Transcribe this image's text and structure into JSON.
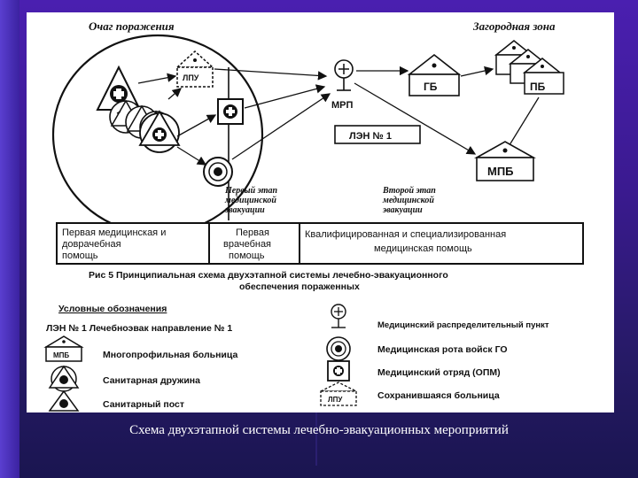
{
  "diagram": {
    "zone_left_title": "Очаг поражения",
    "zone_right_title": "Загородная зона",
    "nodes": {
      "lpu": "ЛПУ",
      "gb": "ГБ",
      "pb": "ПБ",
      "mrp": "МРП",
      "len": "ЛЭН № 1",
      "mpb": "МПБ"
    },
    "stage_first": [
      "Первый этап",
      "медицинской",
      "эвакуации"
    ],
    "stage_second": [
      "Второй этап",
      "медицинской",
      "эвакуации"
    ],
    "care_first": [
      "Первая медицинская и",
      "доврачебная",
      "помощь"
    ],
    "care_second": [
      "Первая",
      "врачебная",
      "помощь"
    ],
    "care_third": [
      "Квалифицированная и специализированная",
      "медицинская помощь"
    ],
    "figure_caption": [
      "Рис 5 Принципиальная схема двухэтапной системы лечебно-эвакуационного",
      "обеспечения пораженных"
    ]
  },
  "legend": {
    "title": "Условные обозначения",
    "len_item": "ЛЭН № 1 Лечебноэвак направление № 1",
    "mpb_label": "МПБ",
    "mpb_item": "Многопрофильная больница",
    "sanitary_squad": "Санитарная дружина",
    "sanitary_post": "Санитарный пост",
    "mrp_item": "Медицинский распределительный пункт",
    "medical_company": "Медицинская рота войск ГО",
    "medical_unit": "Медицинский отряд (ОПМ)",
    "preserved_hospital": "Сохранившаяся больница",
    "lpu_label": "ЛПУ"
  },
  "slide_caption": "Схема двухэтапной системы лечебно-эвакуационных мероприятий"
}
